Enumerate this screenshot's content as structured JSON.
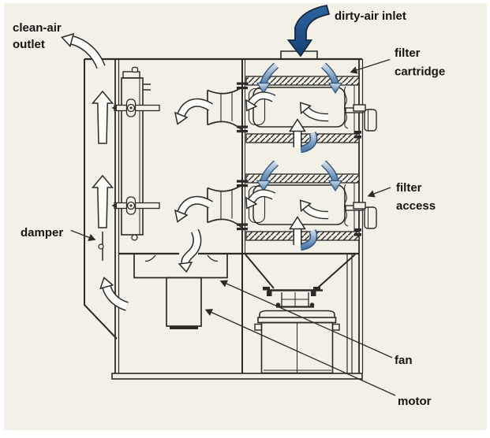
{
  "diagram": {
    "labels": {
      "clean_air_outlet": [
        "clean-air",
        "outlet"
      ],
      "dirty_air_inlet": "dirty-air inlet",
      "filter_cartridge": [
        "filter",
        "cartridge"
      ],
      "filter_access": [
        "filter",
        "access"
      ],
      "damper": "damper",
      "fan": "fan",
      "motor": "motor"
    },
    "colors": {
      "bg": "#f3f0e7",
      "line": "#2b2a26",
      "text": "#171310",
      "inlet-blue": "#1f5795",
      "flow-blue": "#4d7cab",
      "flow-blue-light": "#cdd9e6",
      "arrow-white": "#fdfdf8"
    }
  }
}
